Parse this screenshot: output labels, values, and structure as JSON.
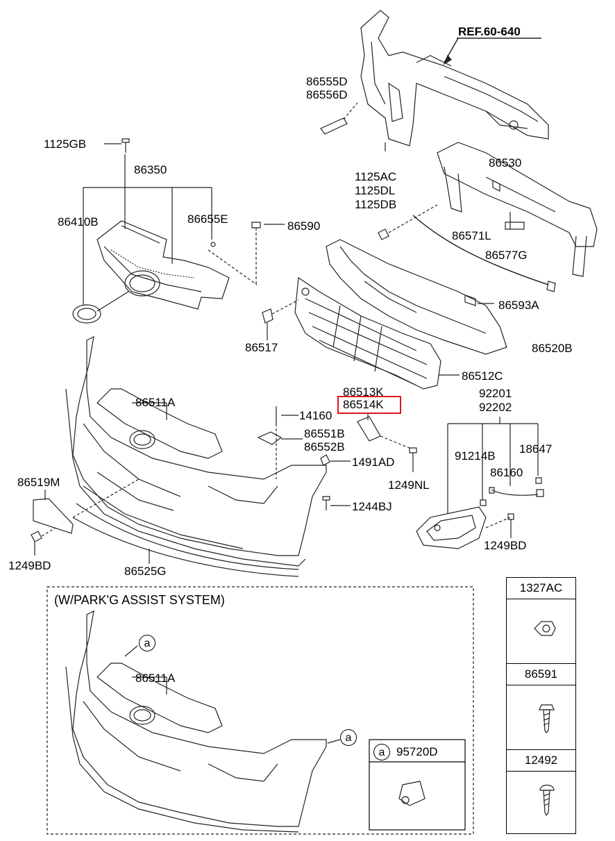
{
  "ref_label": "REF.60-640",
  "highlighted_part": "86514K",
  "park_assist_title": "(W/PARK'G ASSIST SYSTEM)",
  "circle_marker": "a",
  "sensor_part": "95720D",
  "labels": {
    "p86555D": "86555D",
    "p86556D": "86556D",
    "p1125GB": "1125GB",
    "p86350": "86350",
    "p86410B": "86410B",
    "p86655E": "86655E",
    "p86590": "86590",
    "p1125AC": "1125AC",
    "p1125DL": "1125DL",
    "p1125DB": "1125DB",
    "p86530": "86530",
    "p86571L": "86571L",
    "p86577G": "86577G",
    "p86593A": "86593A",
    "p86517": "86517",
    "p86520B": "86520B",
    "p86512C": "86512C",
    "p86513K": "86513K",
    "p86514K": "86514K",
    "p86511A": "86511A",
    "p14160": "14160",
    "p86551B": "86551B",
    "p86552B": "86552B",
    "p1491AD": "1491AD",
    "p1249NL": "1249NL",
    "p1244BJ": "1244BJ",
    "p86519M": "86519M",
    "p1249BD_left": "1249BD",
    "p86525G": "86525G",
    "p92201": "92201",
    "p92202": "92202",
    "p91214B": "91214B",
    "p18647": "18647",
    "p86160": "86160",
    "p1249BD_right": "1249BD",
    "p86511A_park": "86511A"
  },
  "legend": [
    "1327AC",
    "86591",
    "12492"
  ]
}
